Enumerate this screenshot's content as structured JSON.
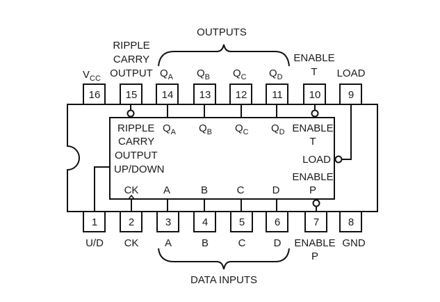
{
  "title": "Synchronous 4-bit up/down counter pinout",
  "groups": {
    "outputs_label": "OUTPUTS",
    "data_inputs_label": "DATA INPUTS"
  },
  "top_pins": [
    {
      "num": "16",
      "label_main": "V",
      "label_sub": "CC"
    },
    {
      "num": "15",
      "label_lines": [
        "RIPPLE",
        "CARRY",
        "OUTPUT"
      ]
    },
    {
      "num": "14",
      "label_main": "Q",
      "label_sub": "A"
    },
    {
      "num": "13",
      "label_main": "Q",
      "label_sub": "B"
    },
    {
      "num": "12",
      "label_main": "Q",
      "label_sub": "C"
    },
    {
      "num": "11",
      "label_main": "Q",
      "label_sub": "D"
    },
    {
      "num": "10",
      "label_lines": [
        "ENABLE",
        "T"
      ]
    },
    {
      "num": "9",
      "label_lines": [
        "LOAD"
      ]
    }
  ],
  "bottom_pins": [
    {
      "num": "1",
      "label": "U/D"
    },
    {
      "num": "2",
      "label": "CK"
    },
    {
      "num": "3",
      "label": "A"
    },
    {
      "num": "4",
      "label": "B"
    },
    {
      "num": "5",
      "label": "C"
    },
    {
      "num": "6",
      "label": "D"
    },
    {
      "num": "7",
      "label_lines": [
        "ENABLE",
        "P"
      ]
    },
    {
      "num": "8",
      "label": "GND"
    }
  ],
  "inner": {
    "ripple_lines": [
      "RIPPLE",
      "CARRY",
      "OUTPUT"
    ],
    "up_down": "UP/DOWN",
    "qa": {
      "main": "Q",
      "sub": "A"
    },
    "qb": {
      "main": "Q",
      "sub": "B"
    },
    "qc": {
      "main": "Q",
      "sub": "C"
    },
    "qd": {
      "main": "Q",
      "sub": "D"
    },
    "enable_t": [
      "ENABLE",
      "T"
    ],
    "load": "LOAD",
    "enable_p": [
      "ENABLE",
      "P"
    ],
    "ck": "CK",
    "a": "A",
    "b": "B",
    "c": "C",
    "d": "D"
  }
}
